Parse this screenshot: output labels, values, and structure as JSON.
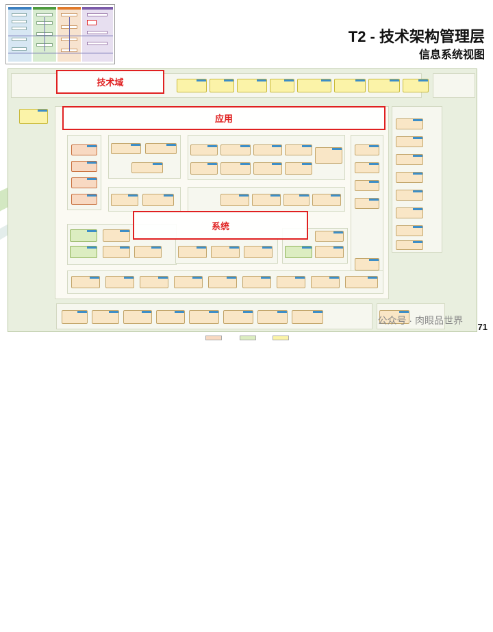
{
  "header": {
    "title": "T2 - 技术架构管理层",
    "subtitle": "信息系统视图"
  },
  "callouts": {
    "tech_domain": "技术域",
    "application": "应用",
    "system": "系统"
  },
  "watermark": "公众号 · 肉眼品世界",
  "page_number": "71",
  "colors": {
    "callout_red": "#e02020",
    "diagram_bg": "#e9efdf",
    "node_orange": "#f9e6c6",
    "node_yellow": "#fbf3a8",
    "node_green": "#dcedc1",
    "node_tag_blue": "#3d8ec7"
  }
}
